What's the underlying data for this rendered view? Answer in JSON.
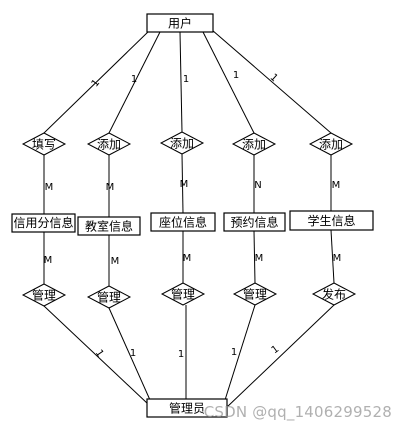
{
  "top_entity": "用户",
  "bottom_entity": "管理员",
  "columns": [
    {
      "top_rel": "填写",
      "entity": "信用分信息",
      "bottom_rel": "管理",
      "card_top": "1",
      "card_mid_top": "M",
      "card_mid_bottom": "M",
      "card_bottom": "1"
    },
    {
      "top_rel": "添加",
      "entity": "教室信息",
      "bottom_rel": "管理",
      "card_top": "1",
      "card_mid_top": "M",
      "card_mid_bottom": "M",
      "card_bottom": "1"
    },
    {
      "top_rel": "添加",
      "entity": "座位信息",
      "bottom_rel": "管理",
      "card_top": "1",
      "card_mid_top": "M",
      "card_mid_bottom": "M",
      "card_bottom": "1"
    },
    {
      "top_rel": "添加",
      "entity": "预约信息",
      "bottom_rel": "管理",
      "card_top": "1",
      "card_mid_top": "N",
      "card_mid_bottom": "M",
      "card_bottom": "1"
    },
    {
      "top_rel": "添加",
      "entity": "学生信息",
      "bottom_rel": "发布",
      "card_top": "1",
      "card_mid_top": "M",
      "card_mid_bottom": "M",
      "card_bottom": "1"
    }
  ],
  "watermark": "CSDN @qq_1406299528"
}
